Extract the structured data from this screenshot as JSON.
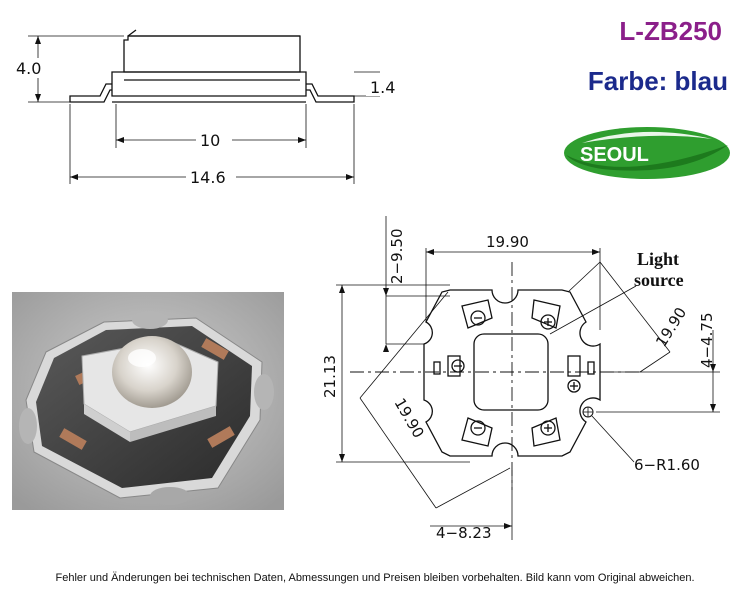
{
  "header": {
    "product_code": "L-ZB250",
    "color_label": "Farbe: blau"
  },
  "logo": {
    "text": "SEOUL",
    "green": "#2f9e2f",
    "dark_green": "#1d7a1d"
  },
  "side_view": {
    "dim_height": "4.0",
    "dim_lead": "1.4",
    "dim_body": "10",
    "dim_total": "14.6"
  },
  "top_view": {
    "dim_width": "19.90",
    "dim_holes_spacing": "2−9.50",
    "dim_diag_right": "19.90",
    "dim_slot": "4−4.75",
    "dim_height": "21.13",
    "dim_diag_left": "19.90",
    "dim_radius": "6−R1.60",
    "dim_bottom": "4−8.23",
    "light_source_line1": "Light",
    "light_source_line2": "source"
  },
  "footer": {
    "disclaimer": "Fehler und Änderungen bei technischen Daten, Abmessungen und Preisen bleiben vorbehalten. Bild kann vom Original abweichen."
  },
  "colors": {
    "product_code": "#8b1f8a",
    "color_label": "#1b2a8c",
    "drawing": "#111111"
  }
}
